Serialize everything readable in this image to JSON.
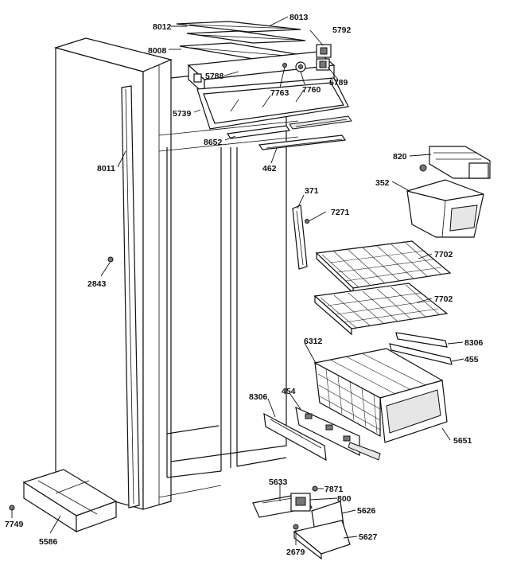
{
  "labels": {
    "l8012": "8012",
    "l8013": "8013",
    "l5792": "5792",
    "l8008": "8008",
    "l5788": "5788",
    "l7763": "7763",
    "l7760": "7760",
    "l5789": "5789",
    "l5739": "5739",
    "l8652": "8652",
    "l462": "462",
    "l820": "820",
    "l8011": "8011",
    "l352": "352",
    "l371": "371",
    "l7271": "7271",
    "l7702a": "7702",
    "l7702b": "7702",
    "l2843": "2843",
    "l6312": "6312",
    "l8306a": "8306",
    "l455": "455",
    "l8306b": "8306",
    "l454": "454",
    "l5651": "5651",
    "l5633": "5633",
    "l7871": "7871",
    "l800": "800",
    "l5626": "5626",
    "l5627": "5627",
    "l7749": "7749",
    "l5586": "5586",
    "l2679": "2679"
  }
}
